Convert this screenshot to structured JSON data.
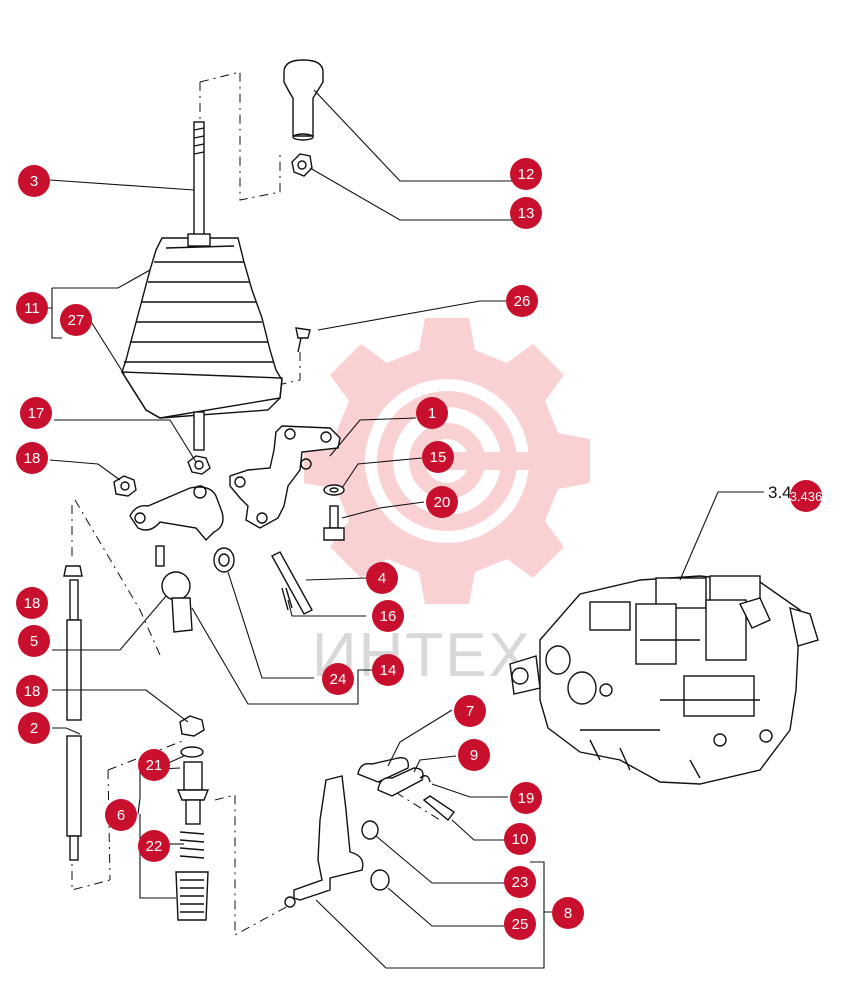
{
  "watermark": {
    "text": "ИНТЕХ",
    "color": "#f4a7a7"
  },
  "callout_color": "#c8102e",
  "reference": {
    "text": "3.4",
    "badge": "3.436"
  },
  "callouts": [
    "1",
    "2",
    "3",
    "4",
    "5",
    "6",
    "7",
    "8",
    "9",
    "10",
    "11",
    "12",
    "13",
    "14",
    "15",
    "16",
    "17",
    "18",
    "18",
    "18",
    "19",
    "20",
    "21",
    "22",
    "23",
    "24",
    "25",
    "26",
    "27"
  ],
  "icons": {
    "joystick": "joystick-lever-icon",
    "valve": "hydraulic-valve-block-icon",
    "gear": "gear-watermark-icon"
  }
}
